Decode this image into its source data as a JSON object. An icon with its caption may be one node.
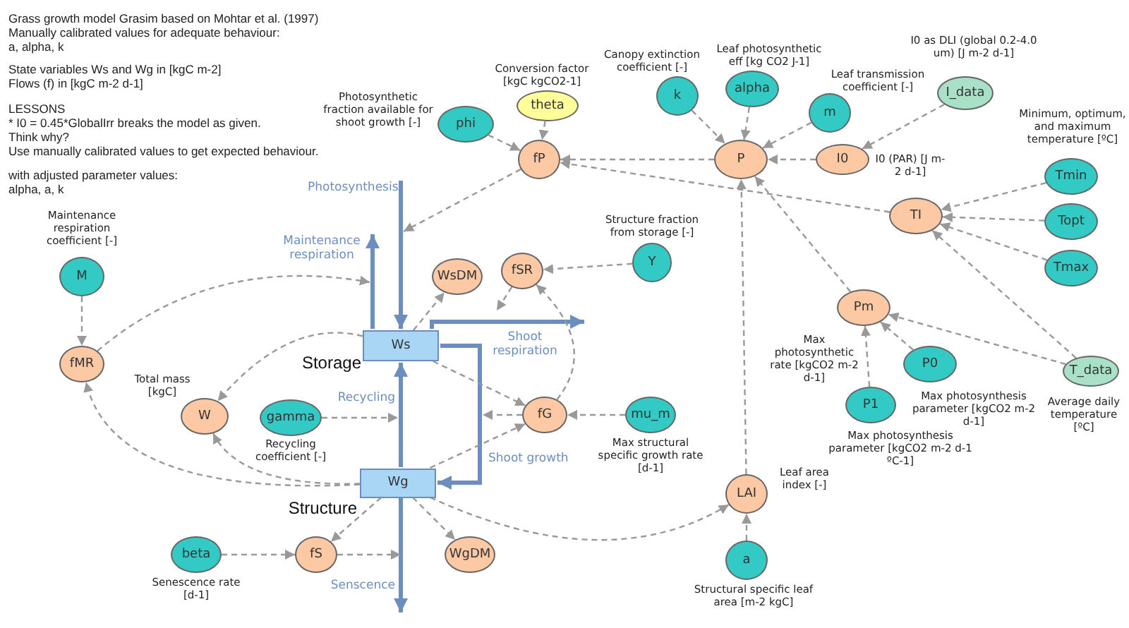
{
  "diagram": {
    "nodes": [
      {
        "text": [
          "Ws"
        ],
        "beside": [
          "Storage"
        ]
      },
      {
        "text": [
          "Wg"
        ],
        "beside": [
          "Structure"
        ]
      },
      {
        "text": [
          "phi"
        ],
        "beside": [
          "Photosynthetic fraction available for shoot growth [-]"
        ]
      },
      {
        "text": [
          "theta"
        ],
        "beside": [
          "Conversion factor [kgC kgCO2-1]"
        ]
      },
      {
        "text": [
          "k"
        ],
        "beside": [
          "Canopy extinction coefficient [-]"
        ]
      },
      {
        "text": [
          "alpha"
        ],
        "beside": [
          "Leaf photosynthetic eff [kg CO2 J-1]"
        ]
      },
      {
        "text": [
          "m"
        ],
        "beside": [
          "Leaf transmission coefficient [-]"
        ]
      },
      {
        "text": [
          "I_data"
        ],
        "beside": [
          "I0 as DLI (global 0.2-4.0 um) [J m-2 d-1]"
        ]
      },
      {
        "text": [
          "fP"
        ]
      },
      {
        "text": [
          "P"
        ]
      },
      {
        "text": [
          "I0"
        ],
        "beside": [
          "I0 (PAR) [J m-2 d-1]"
        ]
      },
      {
        "text": [
          "Tmin"
        ],
        "beside": [
          "Minimum, optimum, and maximum temperature [ºC]"
        ]
      },
      {
        "text": [
          "TI"
        ]
      },
      {
        "text": [
          "Topt"
        ]
      },
      {
        "text": [
          "Tmax"
        ]
      },
      {
        "text": [
          "M"
        ],
        "beside": [
          "Maintenance respiration coefficient [-]"
        ]
      },
      {
        "text": [
          "WsDM"
        ]
      },
      {
        "text": [
          "fSR"
        ]
      },
      {
        "text": [
          "Y"
        ],
        "beside": [
          "Structure fraction from storage [-]"
        ]
      },
      {
        "text": [
          "Pm"
        ],
        "beside": [
          "Max photosynthetic rate [kgCO2 m-2 d-1]"
        ]
      },
      {
        "text": [
          "P0"
        ],
        "beside": [
          "Max photosynthesis parameter [kgCO2 m-2 d-1]"
        ]
      },
      {
        "text": [
          "T_data"
        ],
        "beside": [
          "Average daily temperature [ºC]"
        ]
      },
      {
        "text": [
          "fMR"
        ]
      },
      {
        "text": [
          "W"
        ],
        "beside": [
          "Total mass [kgC]"
        ]
      },
      {
        "text": [
          "gamma"
        ],
        "beside": [
          "Recycling coefficient [-]"
        ]
      },
      {
        "text": [
          "fG"
        ]
      },
      {
        "text": [
          "mu_m"
        ],
        "beside": [
          "Max structural specific growth rate [d-1]"
        ]
      },
      {
        "text": [
          "P1"
        ],
        "beside": [
          "Max photosynthesis parameter [kgCO2 m-2 d-1 ºC-1]"
        ]
      },
      {
        "text": [
          "LAI"
        ],
        "beside": [
          "Leaf area index [-]"
        ]
      },
      {
        "text": [
          "beta"
        ],
        "beside": [
          "Senescence rate [d-1]"
        ]
      },
      {
        "text": [
          "fS"
        ]
      },
      {
        "text": [
          "WgDM"
        ]
      },
      {
        "text": [
          "a"
        ],
        "beside": [
          "Structural specific leaf area [m-2 kgC]"
        ]
      }
    ],
    "edges": [
      {
        "from": null,
        "to": 0,
        "arrow": "to",
        "label": "Photosynthesis",
        "style": "thick",
        "color": "#6c8ebf"
      },
      {
        "from": 0,
        "to": null,
        "arrow": "to",
        "label": "Maintenance respiration",
        "style": "thick",
        "color": "#6c8ebf"
      },
      {
        "from": 0,
        "to": null,
        "arrow": "to",
        "label": "Shoot respiration",
        "style": "thick",
        "color": "#6c8ebf"
      },
      {
        "from": 0,
        "to": 1,
        "arrow": "to",
        "label": "Shoot growth",
        "style": "thick",
        "color": "#6c8ebf"
      },
      {
        "from": 1,
        "to": 0,
        "arrow": "to",
        "label": "Recycling",
        "style": "thick",
        "color": "#6c8ebf"
      },
      {
        "from": 1,
        "to": null,
        "arrow": "to",
        "label": "Senscence",
        "style": "thick",
        "color": "#6c8ebf"
      },
      {
        "from": 2,
        "to": 8,
        "arrow": "to",
        "style": "dashed"
      },
      {
        "from": 3,
        "to": 8,
        "arrow": "to",
        "style": "dashed"
      },
      {
        "from": 9,
        "to": 8,
        "arrow": "to",
        "style": "dashed"
      },
      {
        "from": 12,
        "to": 8,
        "arrow": "to",
        "style": "dashed"
      },
      {
        "from": 8,
        "to": null,
        "arrow": "to",
        "style": "dashed"
      },
      {
        "from": 4,
        "to": 9,
        "arrow": "to",
        "style": "dashed"
      },
      {
        "from": 5,
        "to": 9,
        "arrow": "to",
        "style": "dashed"
      },
      {
        "from": 6,
        "to": 9,
        "arrow": "to",
        "style": "dashed"
      },
      {
        "from": 10,
        "to": 9,
        "arrow": "to",
        "style": "dashed"
      },
      {
        "from": 7,
        "to": 10,
        "arrow": "to",
        "style": "dashed"
      },
      {
        "from": 19,
        "to": 9,
        "arrow": "to",
        "style": "dashed"
      },
      {
        "from": 28,
        "to": 9,
        "arrow": "to",
        "style": "dashed"
      },
      {
        "from": 11,
        "to": 12,
        "arrow": "to",
        "style": "dashed"
      },
      {
        "from": 13,
        "to": 12,
        "arrow": "to",
        "style": "dashed"
      },
      {
        "from": 14,
        "to": 12,
        "arrow": "to",
        "style": "dashed"
      },
      {
        "from": 21,
        "to": 12,
        "arrow": "to",
        "style": "dashed"
      },
      {
        "from": 21,
        "to": 19,
        "arrow": "to",
        "style": "dashed"
      },
      {
        "from": 20,
        "to": 19,
        "arrow": "to",
        "style": "dashed"
      },
      {
        "from": 27,
        "to": 19,
        "arrow": "to",
        "style": "dashed"
      },
      {
        "from": 15,
        "to": 22,
        "arrow": "to",
        "style": "dashed"
      },
      {
        "from": 1,
        "to": 22,
        "arrow": "to",
        "style": "dashed"
      },
      {
        "from": 22,
        "to": null,
        "arrow": "to",
        "style": "dashed"
      },
      {
        "from": 0,
        "to": 16,
        "arrow": "to",
        "style": "dashed"
      },
      {
        "from": 18,
        "to": 17,
        "arrow": "to",
        "style": "dashed"
      },
      {
        "from": 25,
        "to": 17,
        "arrow": "to",
        "style": "dashed"
      },
      {
        "from": 17,
        "to": null,
        "arrow": "to",
        "style": "dashed"
      },
      {
        "from": 0,
        "to": 25,
        "arrow": "to",
        "style": "dashed"
      },
      {
        "from": 26,
        "to": 25,
        "arrow": "to",
        "style": "dashed"
      },
      {
        "from": 1,
        "to": 25,
        "arrow": "to",
        "style": "dashed"
      },
      {
        "from": 25,
        "to": null,
        "arrow": "to",
        "style": "dashed"
      },
      {
        "from": 0,
        "to": 23,
        "arrow": "to",
        "style": "dashed"
      },
      {
        "from": 1,
        "to": 23,
        "arrow": "to",
        "style": "dashed"
      },
      {
        "from": 24,
        "to": null,
        "arrow": "to",
        "style": "dashed"
      },
      {
        "from": 1,
        "to": 30,
        "arrow": "to",
        "style": "dashed"
      },
      {
        "from": 29,
        "to": 30,
        "arrow": "to",
        "style": "dashed"
      },
      {
        "from": 30,
        "to": null,
        "arrow": "to",
        "style": "dashed"
      },
      {
        "from": 1,
        "to": 31,
        "arrow": "to",
        "style": "dashed"
      },
      {
        "from": 1,
        "to": 28,
        "arrow": "to",
        "style": "dashed"
      },
      {
        "from": 32,
        "to": 28,
        "arrow": "to",
        "style": "dashed"
      }
    ],
    "labels": [
      "Grass growth model Grasim based on Mohtar et al. (1997)",
      "Manually calibrated values for adequate behaviour:",
      "a, alpha, k",
      "State variables Ws and Wg in [kgC m-2]",
      "Flows (f) in [kgC m-2 d-1]",
      "LESSONS",
      "* I0 = 0.45*GlobalIrr breaks the model as given.",
      "Think why?",
      "Use manually calibrated values to get expected behaviour.",
      "with adjusted parameter values:",
      "alpha, a, k"
    ]
  }
}
